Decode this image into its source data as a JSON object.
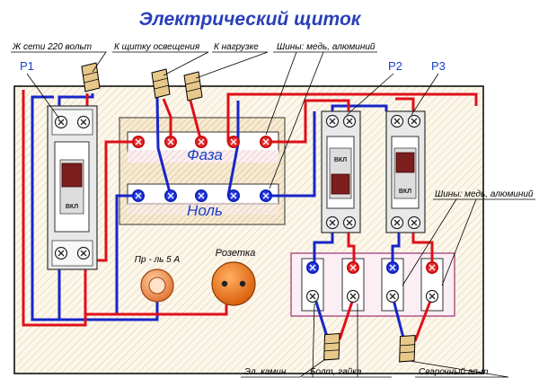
{
  "title": "Электрический щиток",
  "callouts": {
    "mains": "Ж сети 220 вольт",
    "lighting": "К щитку освещения",
    "load": "К нагрузке",
    "buses_top": "Шины: медь, алюминий",
    "buses_right": "Шины: медь, алюминий",
    "fireplace": "Эл. камин",
    "bolt_nut": "Болт, гайка",
    "welder": "Сварочный ап-т"
  },
  "breakers": {
    "p1": "Р1",
    "p2": "Р2",
    "p3": "Р3",
    "on_label": "ВКЛ"
  },
  "bus_labels": {
    "phase": "Фаза",
    "neutral": "Ноль"
  },
  "devices": {
    "fuse": "Пр - ль 5 А",
    "socket": "Розетка"
  },
  "colors": {
    "title": "#2a3fb8",
    "phase_wire": "#e0101a",
    "neutral_wire": "#1726c8",
    "board": "#fdf7ea",
    "bus_panel": "#f5e8c8",
    "breaker_handle": "#7a1e1e",
    "fuse": "#f0a060",
    "socket": "#f07818"
  }
}
